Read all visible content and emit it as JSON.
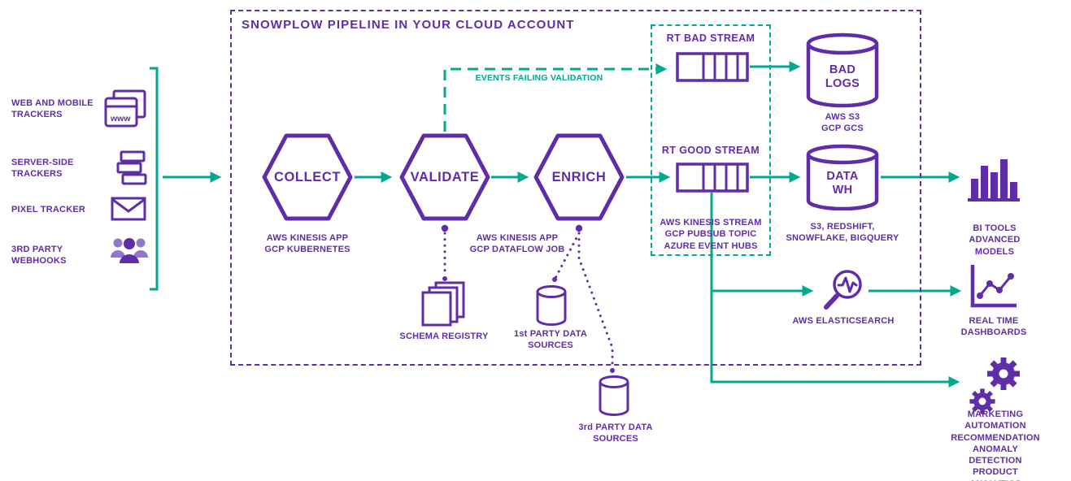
{
  "colors": {
    "purple": "#5f2da8",
    "teal": "#00a98f"
  },
  "sources": {
    "web_mobile": "WEB AND MOBILE\nTRACKERS",
    "server_side": "SERVER-SIDE\nTRACKERS",
    "pixel": "PIXEL TRACKER",
    "webhooks": "3RD PARTY\nWEBHOOKS"
  },
  "pipeline_box": {
    "title": "SNOWPLOW PIPELINE IN YOUR CLOUD ACCOUNT",
    "collect": "COLLECT",
    "validate": "VALIDATE",
    "enrich": "ENRICH",
    "collect_sub": "AWS KINESIS APP\nGCP KUBERNETES",
    "validate_enrich_sub": "AWS KINESIS APP\nGCP DATAFLOW JOB",
    "events_failing": "EVENTS FAILING VALIDATION",
    "schema_registry": "SCHEMA REGISTRY",
    "first_party": "1st PARTY DATA\nSOURCES"
  },
  "third_party": "3rd PARTY DATA\nSOURCES",
  "streams": {
    "bad": "RT BAD STREAM",
    "good": "RT GOOD STREAM",
    "box_label": "AWS KINESIS STREAM\nGCP PUBSUB TOPIC\nAZURE EVENT HUBS"
  },
  "storage": {
    "bad_logs": "BAD\nLOGS",
    "bad_logs_sub": "AWS S3\nGCP GCS",
    "data_wh": "DATA\nWH",
    "data_wh_sub": "S3, REDSHIFT,\nSNOWFLAKE, BIGQUERY"
  },
  "outputs": {
    "bi_tools": "BI TOOLS\nADVANCED MODELS",
    "elasticsearch": "AWS ELASTICSEARCH",
    "dashboards": "REAL TIME DASHBOARDS",
    "activation": "MARKETING AUTOMATION\nRECOMMENDATION\nANOMALY DETECTION\nPRODUCT ANALYTICS"
  },
  "icons": {
    "browser_text": "www"
  }
}
